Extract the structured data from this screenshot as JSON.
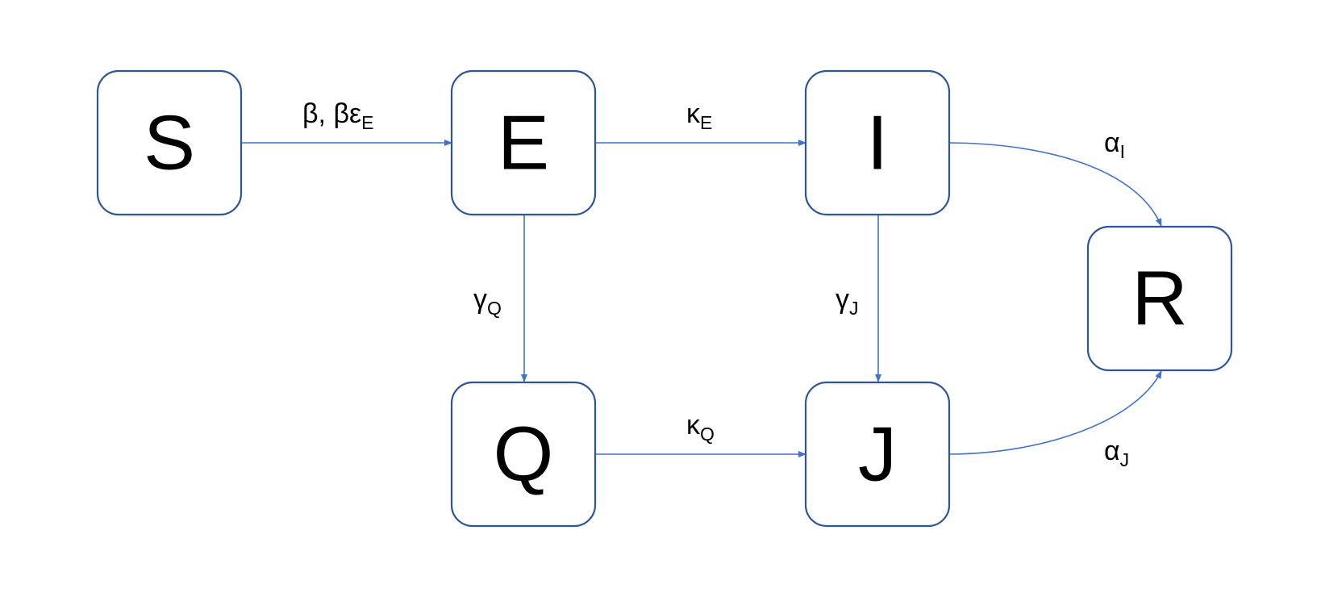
{
  "colors": {
    "node_border": "#2F5597",
    "edge": "#4472C4",
    "text": "#000000",
    "background": "#FFFFFF"
  },
  "nodes": {
    "S": "S",
    "E": "E",
    "I": "I",
    "R": "R",
    "Q": "Q",
    "J": "J"
  },
  "edges": {
    "s_to_e": {
      "from": "S",
      "to": "E",
      "label_main": "β, βε",
      "label_sub": "E"
    },
    "e_to_i": {
      "from": "E",
      "to": "I",
      "label_main": "κ",
      "label_sub": "E"
    },
    "i_to_r": {
      "from": "I",
      "to": "R",
      "label_main": "α",
      "label_sub": "I"
    },
    "e_to_q": {
      "from": "E",
      "to": "Q",
      "label_main": "γ",
      "label_sub": "Q"
    },
    "i_to_j": {
      "from": "I",
      "to": "J",
      "label_main": "γ",
      "label_sub": "J"
    },
    "q_to_j": {
      "from": "Q",
      "to": "J",
      "label_main": "κ",
      "label_sub": "Q"
    },
    "j_to_r": {
      "from": "J",
      "to": "R",
      "label_main": "α",
      "label_sub": "J"
    }
  }
}
